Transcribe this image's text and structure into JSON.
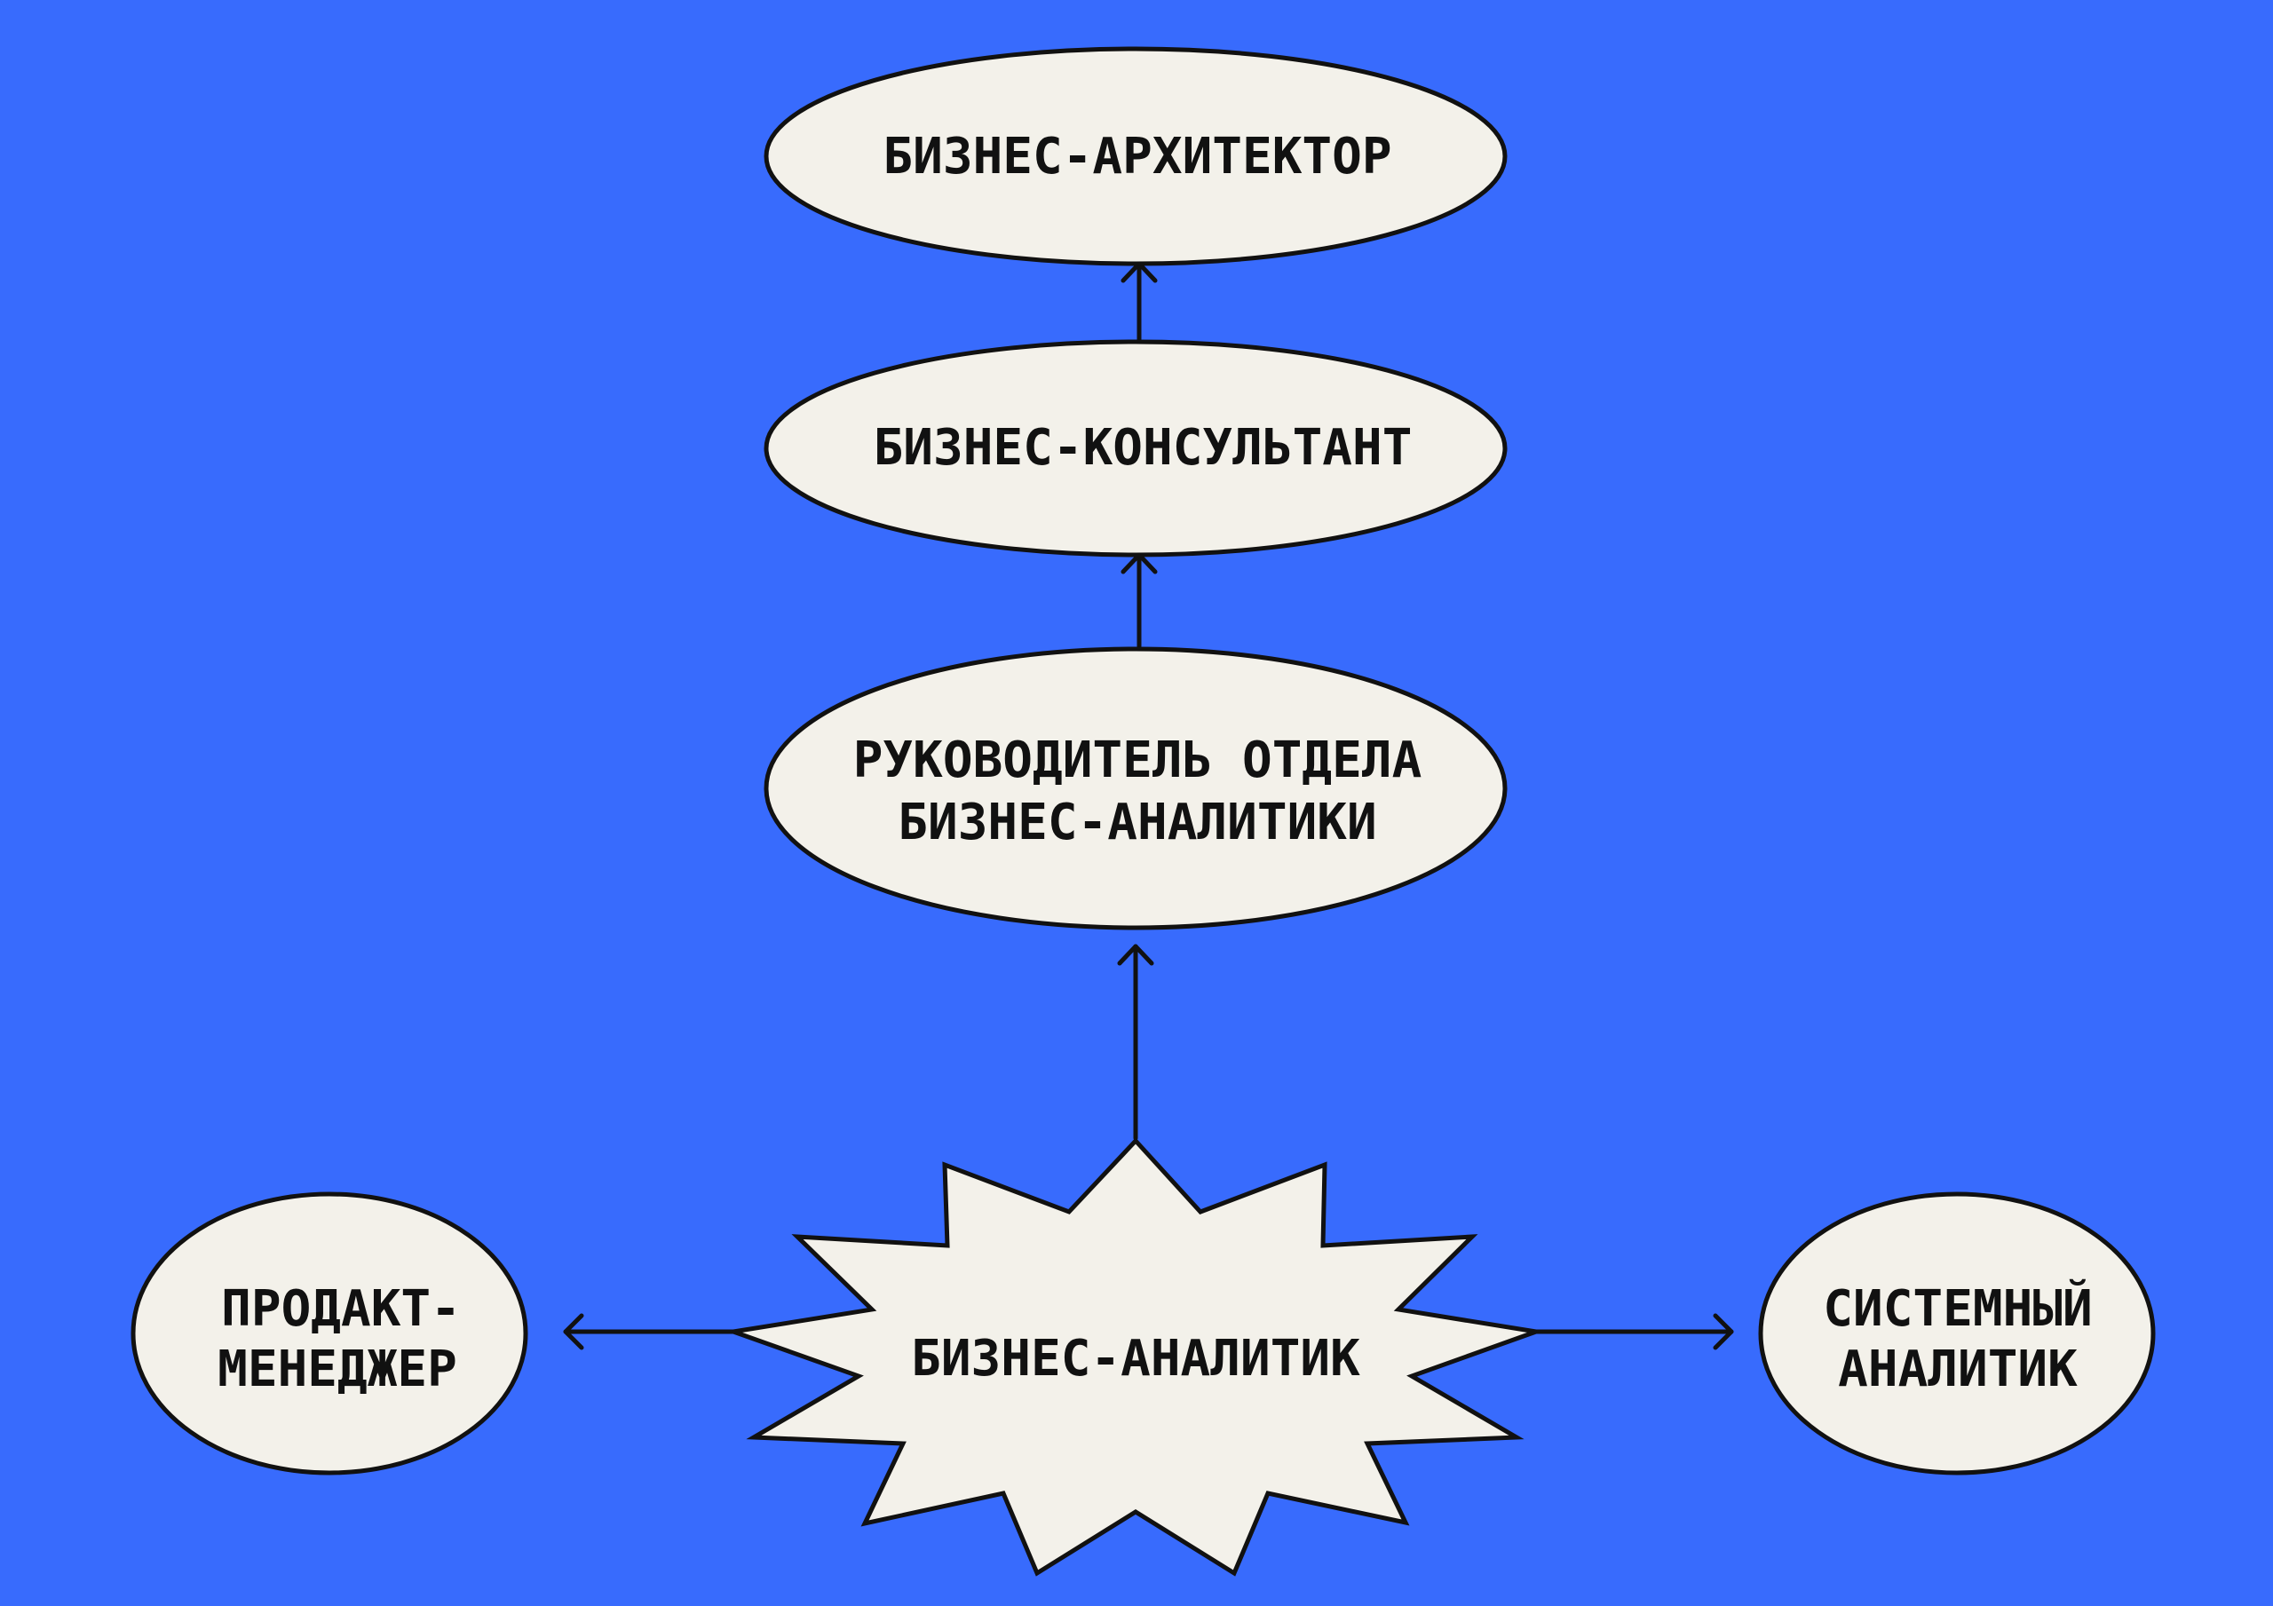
{
  "colors": {
    "background": "#386bfd",
    "node_fill": "#f3f1ea",
    "stroke": "#111111"
  },
  "nodes": {
    "architect": {
      "label": "БИЗНЕС-АРХИТЕКТОР"
    },
    "consultant": {
      "label": "БИЗНЕС-КОНСУЛЬТАНТ"
    },
    "head": {
      "line1": "РУКОВОДИТЕЛЬ ОТДЕЛА",
      "line2": "БИЗНЕС-АНАЛИТИКИ"
    },
    "analyst": {
      "label": "БИЗНЕС-АНАЛИТИК"
    },
    "product": {
      "line1": "ПРОДАКТ-",
      "line2": "МЕНЕДЖЕР"
    },
    "system": {
      "line1": "СИСТЕМНЫЙ",
      "line2": "АНАЛИТИК"
    }
  },
  "edges": [
    {
      "from": "analyst",
      "to": "head"
    },
    {
      "from": "head",
      "to": "consultant"
    },
    {
      "from": "consultant",
      "to": "architect"
    },
    {
      "from": "analyst",
      "to": "product"
    },
    {
      "from": "analyst",
      "to": "system"
    }
  ]
}
